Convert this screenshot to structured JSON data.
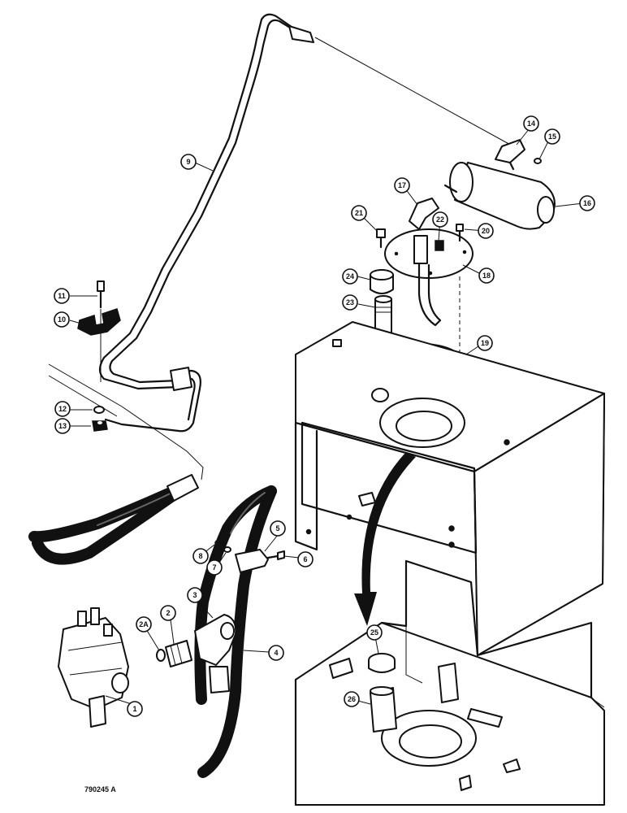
{
  "figure_ref": "790245 A",
  "callouts": [
    {
      "id": "callout-1",
      "label": "1"
    },
    {
      "id": "callout-2",
      "label": "2"
    },
    {
      "id": "callout-2a",
      "label": "2A"
    },
    {
      "id": "callout-3",
      "label": "3"
    },
    {
      "id": "callout-4",
      "label": "4"
    },
    {
      "id": "callout-5",
      "label": "5"
    },
    {
      "id": "callout-6",
      "label": "6"
    },
    {
      "id": "callout-7",
      "label": "7"
    },
    {
      "id": "callout-8",
      "label": "8"
    },
    {
      "id": "callout-9",
      "label": "9"
    },
    {
      "id": "callout-10",
      "label": "10"
    },
    {
      "id": "callout-11",
      "label": "11"
    },
    {
      "id": "callout-12",
      "label": "12"
    },
    {
      "id": "callout-13",
      "label": "13"
    },
    {
      "id": "callout-14",
      "label": "14"
    },
    {
      "id": "callout-15",
      "label": "15"
    },
    {
      "id": "callout-16",
      "label": "16"
    },
    {
      "id": "callout-17",
      "label": "17"
    },
    {
      "id": "callout-18",
      "label": "18"
    },
    {
      "id": "callout-19",
      "label": "19"
    },
    {
      "id": "callout-20",
      "label": "20"
    },
    {
      "id": "callout-21",
      "label": "21"
    },
    {
      "id": "callout-22",
      "label": "22"
    },
    {
      "id": "callout-23",
      "label": "23"
    },
    {
      "id": "callout-24",
      "label": "24"
    },
    {
      "id": "callout-25",
      "label": "25"
    },
    {
      "id": "callout-26",
      "label": "26"
    }
  ]
}
